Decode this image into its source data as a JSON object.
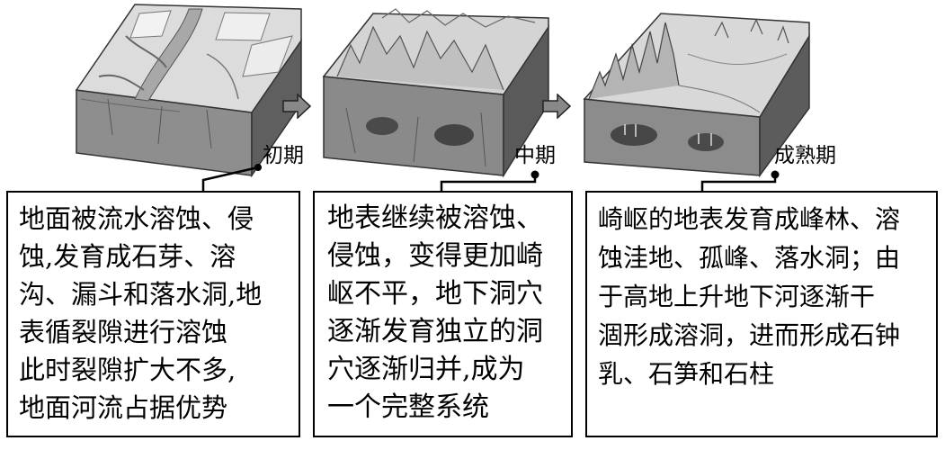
{
  "stages": [
    {
      "label": "初期",
      "lines": [
        "地面被流水溶蚀、侵",
        "蚀,发育成石芽、溶",
        "沟、漏斗和落水洞,地",
        "表循裂隙进行溶蚀",
        "此时裂隙扩大不多,",
        "地面河流占据优势"
      ]
    },
    {
      "label": "中期",
      "lines": [
        "地表继续被溶蚀、",
        "侵蚀，变得更加崎",
        "岖不平，地下洞穴",
        "逐渐发育独立的洞",
        "穴逐渐归并,成为",
        "一个完整系统"
      ]
    },
    {
      "label": "成熟期",
      "lines": [
        "崎岖的地表发育成峰林、溶",
        "蚀洼地、孤峰、落水洞；由",
        "于高地上升地下河逐渐干",
        "涸形成溶洞，进而形成石钟",
        "乳、石笋和石柱"
      ]
    }
  ]
}
